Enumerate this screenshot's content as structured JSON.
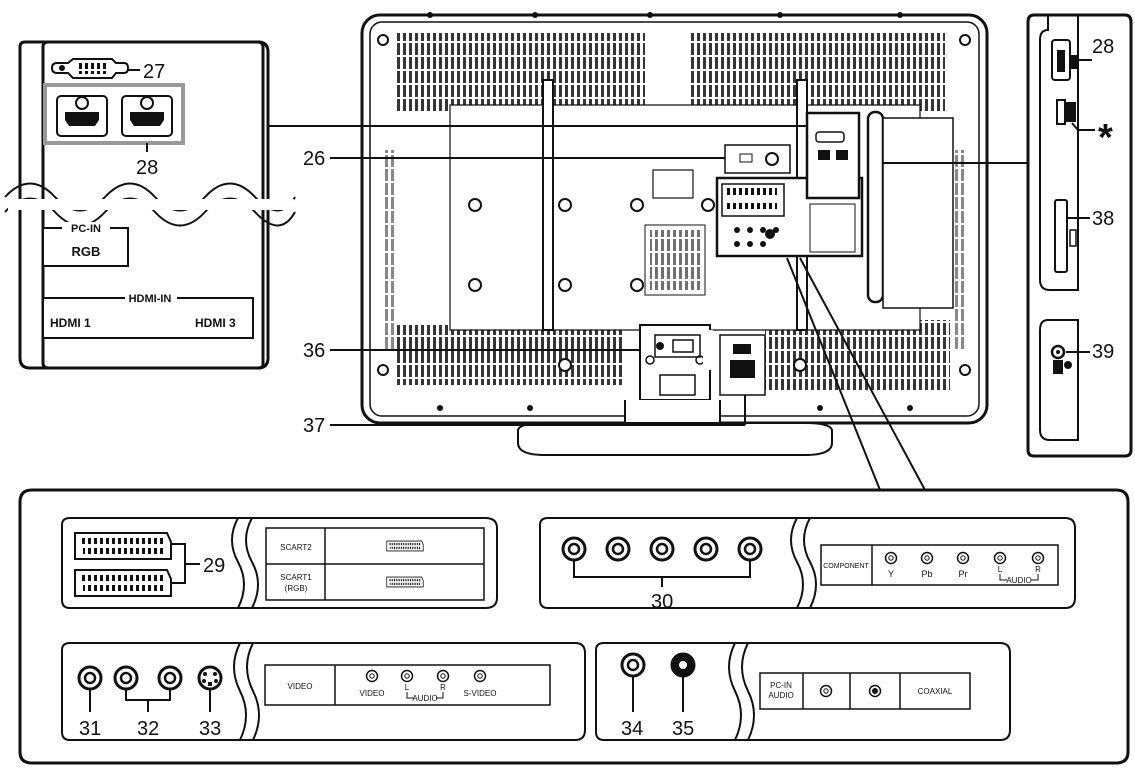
{
  "callouts": {
    "c26": "26",
    "c27": "27",
    "c28_left": "28",
    "c28_right": "28",
    "c29": "29",
    "c30": "30",
    "c31": "31",
    "c32": "32",
    "c33": "33",
    "c34": "34",
    "c35": "35",
    "c36": "36",
    "c37": "37",
    "c38": "38",
    "c39": "39",
    "asterisk": "*"
  },
  "pc_panel": {
    "pc_in": "PC-IN",
    "rgb": "RGB",
    "hdmi_in": "HDMI-IN",
    "hdmi1": "HDMI 1",
    "hdmi3": "HDMI 3"
  },
  "scart_panel": {
    "scart2": "SCART2",
    "scart1": "SCART1",
    "scart1_sub": "(RGB)"
  },
  "component_panel": {
    "component": "COMPONENT",
    "y": "Y",
    "pb": "Pb",
    "pr": "Pr",
    "l": "L",
    "r": "R",
    "audio": "AUDIO"
  },
  "video_panel": {
    "video_title": "VIDEO",
    "video": "VIDEO",
    "l": "L",
    "r": "R",
    "audio": "AUDIO",
    "svideo": "S-VIDEO"
  },
  "pcaudio_panel": {
    "pc_in": "PC-IN",
    "audio": "AUDIO",
    "coaxial": "COAXIAL"
  },
  "icons": [
    "vga-port-icon",
    "hdmi-port-icon",
    "scart-port-icon",
    "rca-jack-icon",
    "svideo-jack-icon",
    "coaxial-jack-icon",
    "headphone-jack-icon",
    "usb-port-icon",
    "card-slot-icon",
    "power-socket-icon"
  ]
}
